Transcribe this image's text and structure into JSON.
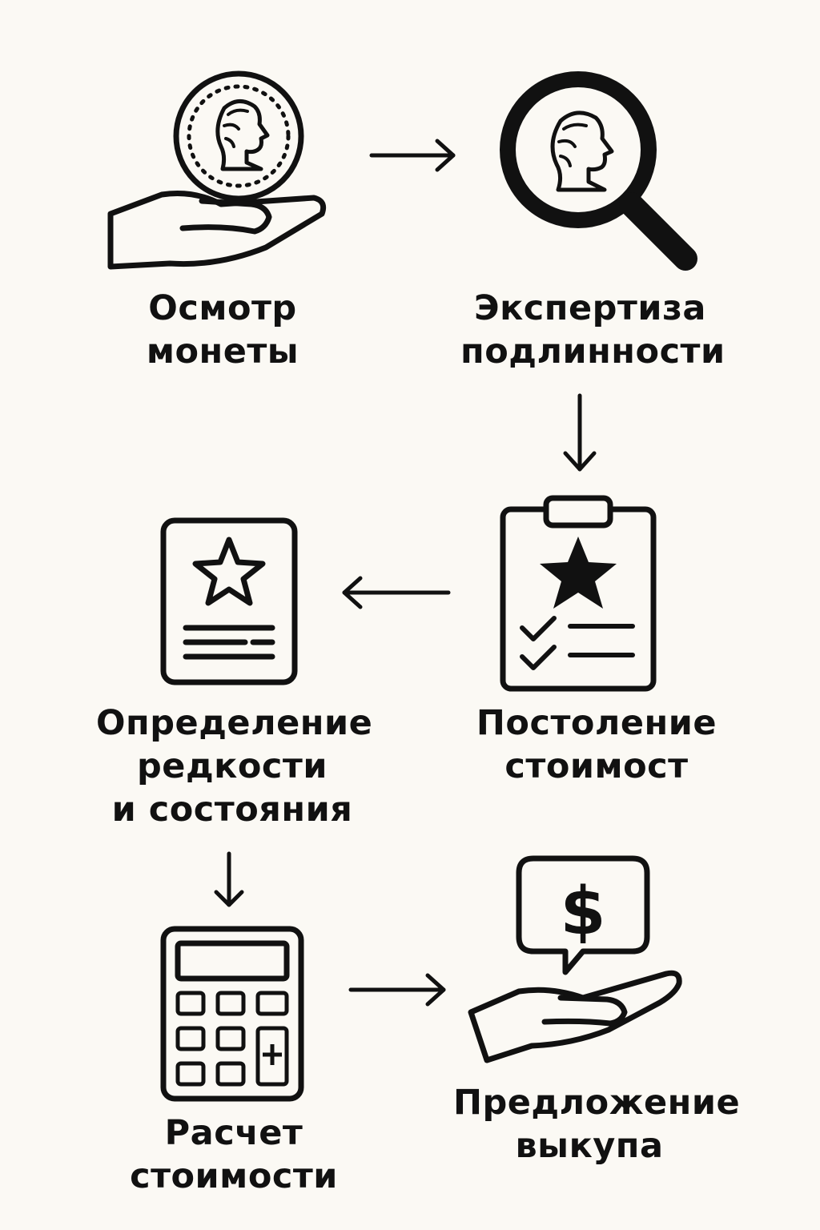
{
  "steps": {
    "inspect": {
      "line1": "Осмотр",
      "line2": "монеты",
      "icon": "hand-coin-icon"
    },
    "authenticity": {
      "line1": "Экспертиза",
      "line2": "подлинности",
      "icon": "magnifier-coin-icon"
    },
    "valuation_setup": {
      "line1": "Постоление",
      "line2": "стоимост",
      "icon": "clipboard-star-icon"
    },
    "rarity": {
      "line1": "Определение",
      "line2": "редкости",
      "line3": "и состояния",
      "icon": "certificate-star-icon"
    },
    "calculation": {
      "line1": "Расчет",
      "line2": "стоимости",
      "icon": "calculator-icon"
    },
    "buyout": {
      "line1": "Предложение",
      "line2": "выкупа",
      "icon": "hand-dollar-icon"
    }
  },
  "colors": {
    "background": "#fbf9f4",
    "ink": "#111111"
  }
}
